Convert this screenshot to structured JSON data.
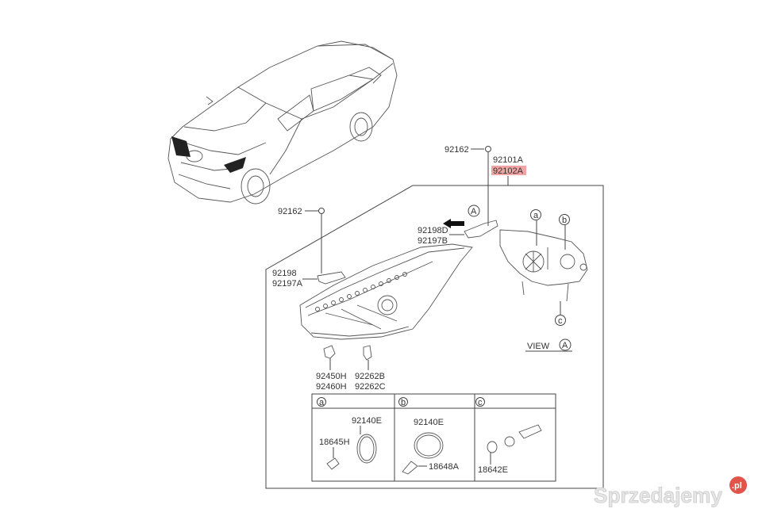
{
  "diagram": {
    "labels": {
      "bolt_top": "92162",
      "headlamp_lh": "92101A",
      "headlamp_rh": "92102A",
      "bolt_left": "92162",
      "bracket_right_1": "92198D",
      "bracket_right_2": "92197B",
      "bracket_left_1": "92198",
      "bracket_left_2": "92197A",
      "clip_1a": "92450H",
      "clip_1b": "92460H",
      "clip_2a": "92262B",
      "clip_2b": "92262C",
      "view_label": "VIEW",
      "view_marker": "A",
      "arrow_marker": "A",
      "callout_a": "a",
      "callout_b": "b",
      "callout_c": "c"
    },
    "highlight_color": "#f2a3a3",
    "detail_table": [
      {
        "key": "a",
        "parts": [
          "92140E",
          "18645H"
        ]
      },
      {
        "key": "b",
        "parts": [
          "92140E",
          "18648A"
        ]
      },
      {
        "key": "c",
        "parts": [
          "18642E"
        ]
      }
    ]
  },
  "watermark": {
    "brand": "Sprzedajemy",
    "tld": ".pl",
    "badge_color": "#e0544a"
  }
}
